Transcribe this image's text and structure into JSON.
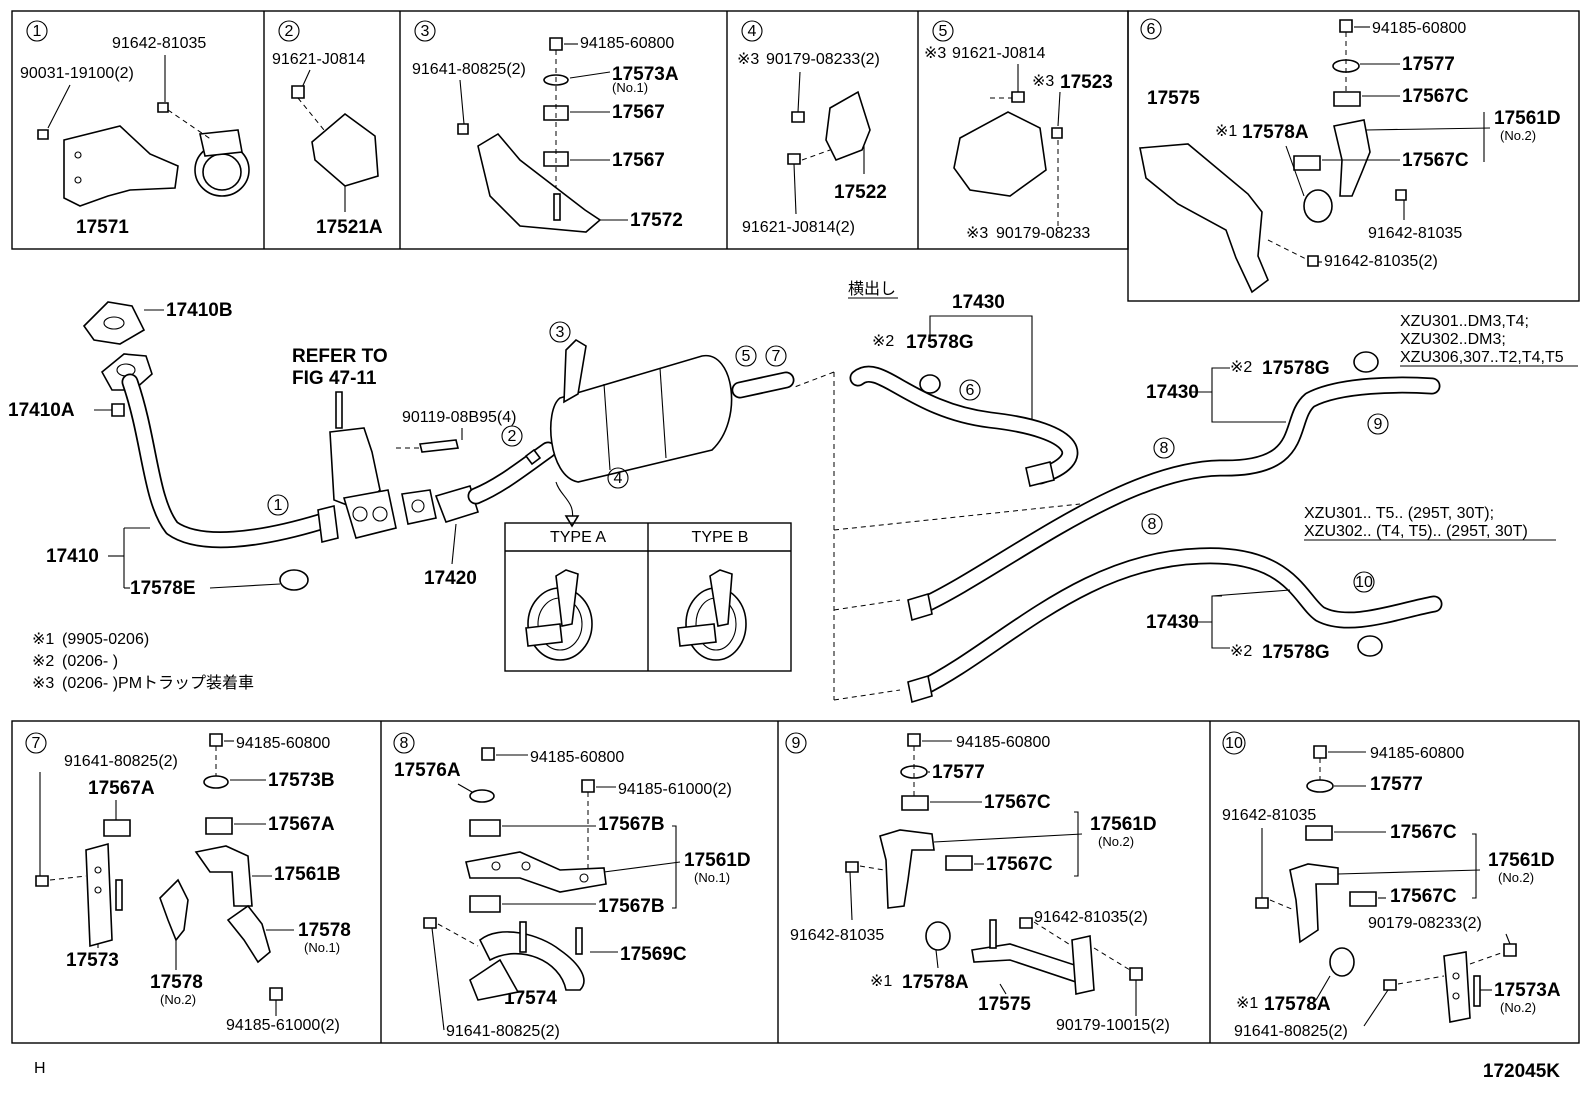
{
  "figure_code": "172045K",
  "corner_mark": "H",
  "notes": [
    {
      "mark": "※1",
      "text": "(9905-0206)"
    },
    {
      "mark": "※2",
      "text": "(0206-      )"
    },
    {
      "mark": "※3",
      "text": "(0206-      )PMトラップ装着車"
    }
  ],
  "main": {
    "refer_line1": "REFER TO",
    "refer_line2": "FIG 47-11",
    "yokodashi": "横出し",
    "type_a": "TYPE A",
    "type_b": "TYPE B",
    "cond1": [
      "XZU301..DM3,T4;",
      "XZU302..DM3;",
      "XZU306,307..T2,T4,T5"
    ],
    "cond2": [
      "XZU301.. T5.. (295T, 30T);",
      "XZU302.. (T4, T5).. (295T, 30T)"
    ],
    "parts": {
      "p17410B": "17410B",
      "p17410A": "17410A",
      "p17410": "17410",
      "p17578E": "17578E",
      "p90119": "90119-08B95(4)",
      "p17420": "17420",
      "p17430a": "17430",
      "p17430b": "17430",
      "p17430c": "17430",
      "p17578Ga": "17578G",
      "p17578Gb": "17578G",
      "p17578Gc": "17578G"
    },
    "callouts": [
      "1",
      "2",
      "3",
      "4",
      "5",
      "7",
      "6",
      "8",
      "9",
      "8",
      "10"
    ],
    "marks": {
      "m2a": "※2",
      "m2b": "※2",
      "m2c": "※2"
    }
  },
  "panels": [
    {
      "num": "1",
      "parts": [
        "91642-81035",
        "90031-19100(2)",
        "17571"
      ]
    },
    {
      "num": "2",
      "parts": [
        "91621-J0814",
        "17521A"
      ]
    },
    {
      "num": "3",
      "parts": [
        "94185-60800",
        "91641-80825(2)",
        "17573A",
        "(No.1)",
        "17567",
        "17567",
        "17572"
      ]
    },
    {
      "num": "4",
      "parts": [
        "※3",
        "90179-08233(2)",
        "17522",
        "91621-J0814(2)"
      ]
    },
    {
      "num": "5",
      "parts": [
        "※3",
        "91621-J0814",
        "※3",
        "17523",
        "※3",
        "90179-08233"
      ]
    },
    {
      "num": "6",
      "parts": [
        "94185-60800",
        "17577",
        "17575",
        "17567C",
        "※1",
        "17578A",
        "17561D",
        "(No.2)",
        "17567C",
        "91642-81035",
        "91642-81035(2)"
      ]
    },
    {
      "num": "7",
      "parts": [
        "94185-60800",
        "91641-80825(2)",
        "17573B",
        "17567A",
        "17567A",
        "17561B",
        "17573",
        "17578",
        "(No.1)",
        "17578",
        "(No.2)",
        "94185-61000(2)"
      ]
    },
    {
      "num": "8",
      "parts": [
        "94185-60800",
        "17576A",
        "94185-61000(2)",
        "17567B",
        "17561D",
        "(No.1)",
        "17567B",
        "17569C",
        "17574",
        "91641-80825(2)"
      ]
    },
    {
      "num": "9",
      "parts": [
        "94185-60800",
        "17577",
        "17567C",
        "17561D",
        "(No.2)",
        "17567C",
        "91642-81035",
        "91642-81035(2)",
        "※1",
        "17578A",
        "17575",
        "90179-10015(2)"
      ]
    },
    {
      "num": "10",
      "parts": [
        "94185-60800",
        "17577",
        "91642-81035",
        "17567C",
        "17561D",
        "(No.2)",
        "17567C",
        "90179-08233(2)",
        "※1",
        "17578A",
        "17573A",
        "(No.2)",
        "91641-80825(2)"
      ]
    }
  ]
}
